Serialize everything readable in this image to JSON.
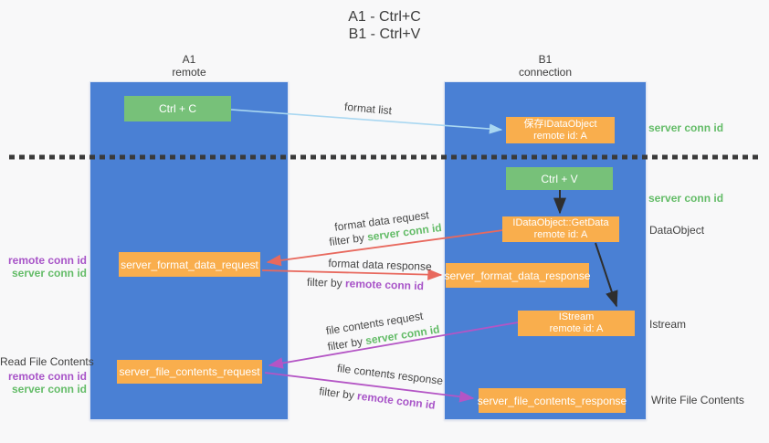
{
  "title": {
    "line1": "A1 - Ctrl+C",
    "line2": "B1 - Ctrl+V"
  },
  "lanes": {
    "left": {
      "name": "A1",
      "subtitle": "remote"
    },
    "right": {
      "name": "B1",
      "subtitle": "connection"
    }
  },
  "boxes": {
    "ctrl_c": {
      "label": "Ctrl + C"
    },
    "ctrl_v": {
      "label": "Ctrl + V"
    },
    "save_dataobject": {
      "line1": "保存IDataObject",
      "line2": "remote id: A"
    },
    "getdata": {
      "line1": "IDataObject::GetData",
      "line2": "remote id: A"
    },
    "istream": {
      "line1": "IStream",
      "line2": "remote id: A"
    },
    "server_format_data_request": {
      "label": "server_format_data_request"
    },
    "server_format_data_response": {
      "label": "server_format_data_response"
    },
    "server_file_contents_request": {
      "label": "server_file_contents_request"
    },
    "server_file_contents_response": {
      "label": "server_file_contents_response"
    }
  },
  "flow_labels": {
    "format_list": "format list",
    "format_data_request": "format data request",
    "format_data_response": "format data response",
    "file_contents_request": "file contents request",
    "file_contents_response": "file contents response",
    "filter_by": "filter by",
    "server_conn_id": "server conn id",
    "remote_conn_id": "remote conn id"
  },
  "side_labels": {
    "server_conn_id_top": "server conn id",
    "server_conn_id_mid": "server conn id",
    "dataobject": "DataObject",
    "istream": "Istream",
    "write_file_contents": "Write File Contents",
    "read_file_contents": "Read File Contents",
    "remote_conn_id": "remote conn id",
    "server_conn_id": "server conn id"
  },
  "colors": {
    "lane_blue": "#4a80d4",
    "box_green": "#77c179",
    "box_orange": "#f9ae4d",
    "arrow_light_blue": "#a9d7f1",
    "arrow_red": "#e8695e",
    "arrow_purple": "#b455c5",
    "arrow_black": "#2e2e2e",
    "text_green": "#64bc68",
    "text_purple": "#a854c8",
    "background": "#f8f8f9"
  }
}
